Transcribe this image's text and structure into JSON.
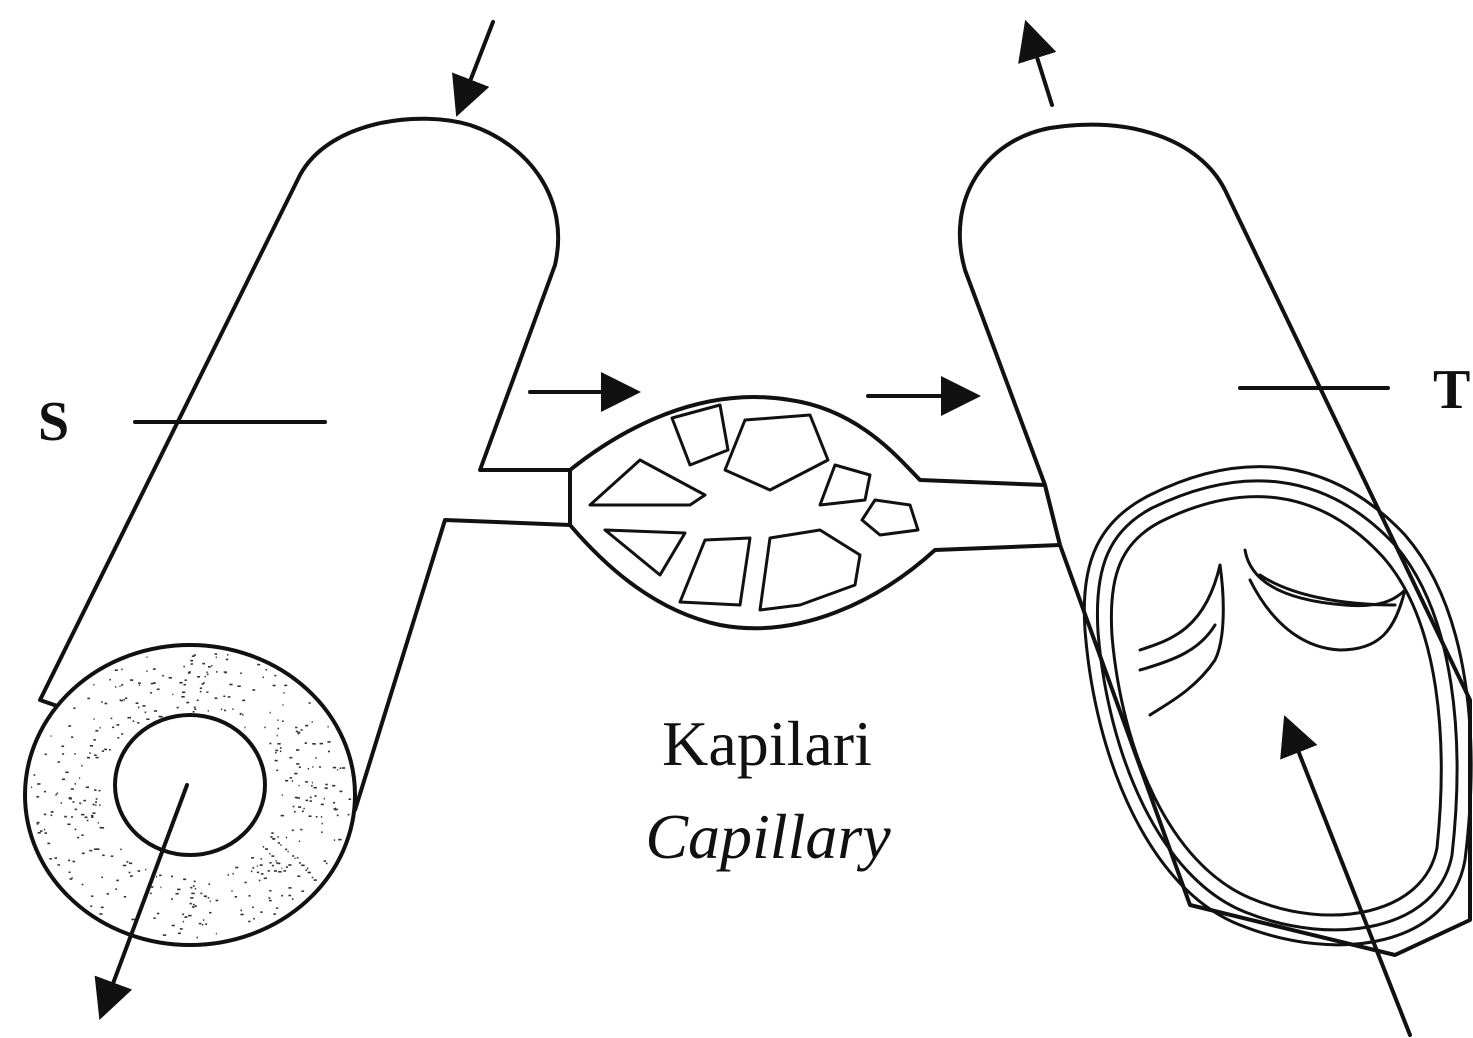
{
  "labels": {
    "left_vessel": "S",
    "right_vessel": "T",
    "capillary_malay": "Kapilari",
    "capillary_english": "Capillary"
  },
  "colors": {
    "ink": "#111111",
    "background": "#ffffff",
    "stipple": "#333333"
  }
}
